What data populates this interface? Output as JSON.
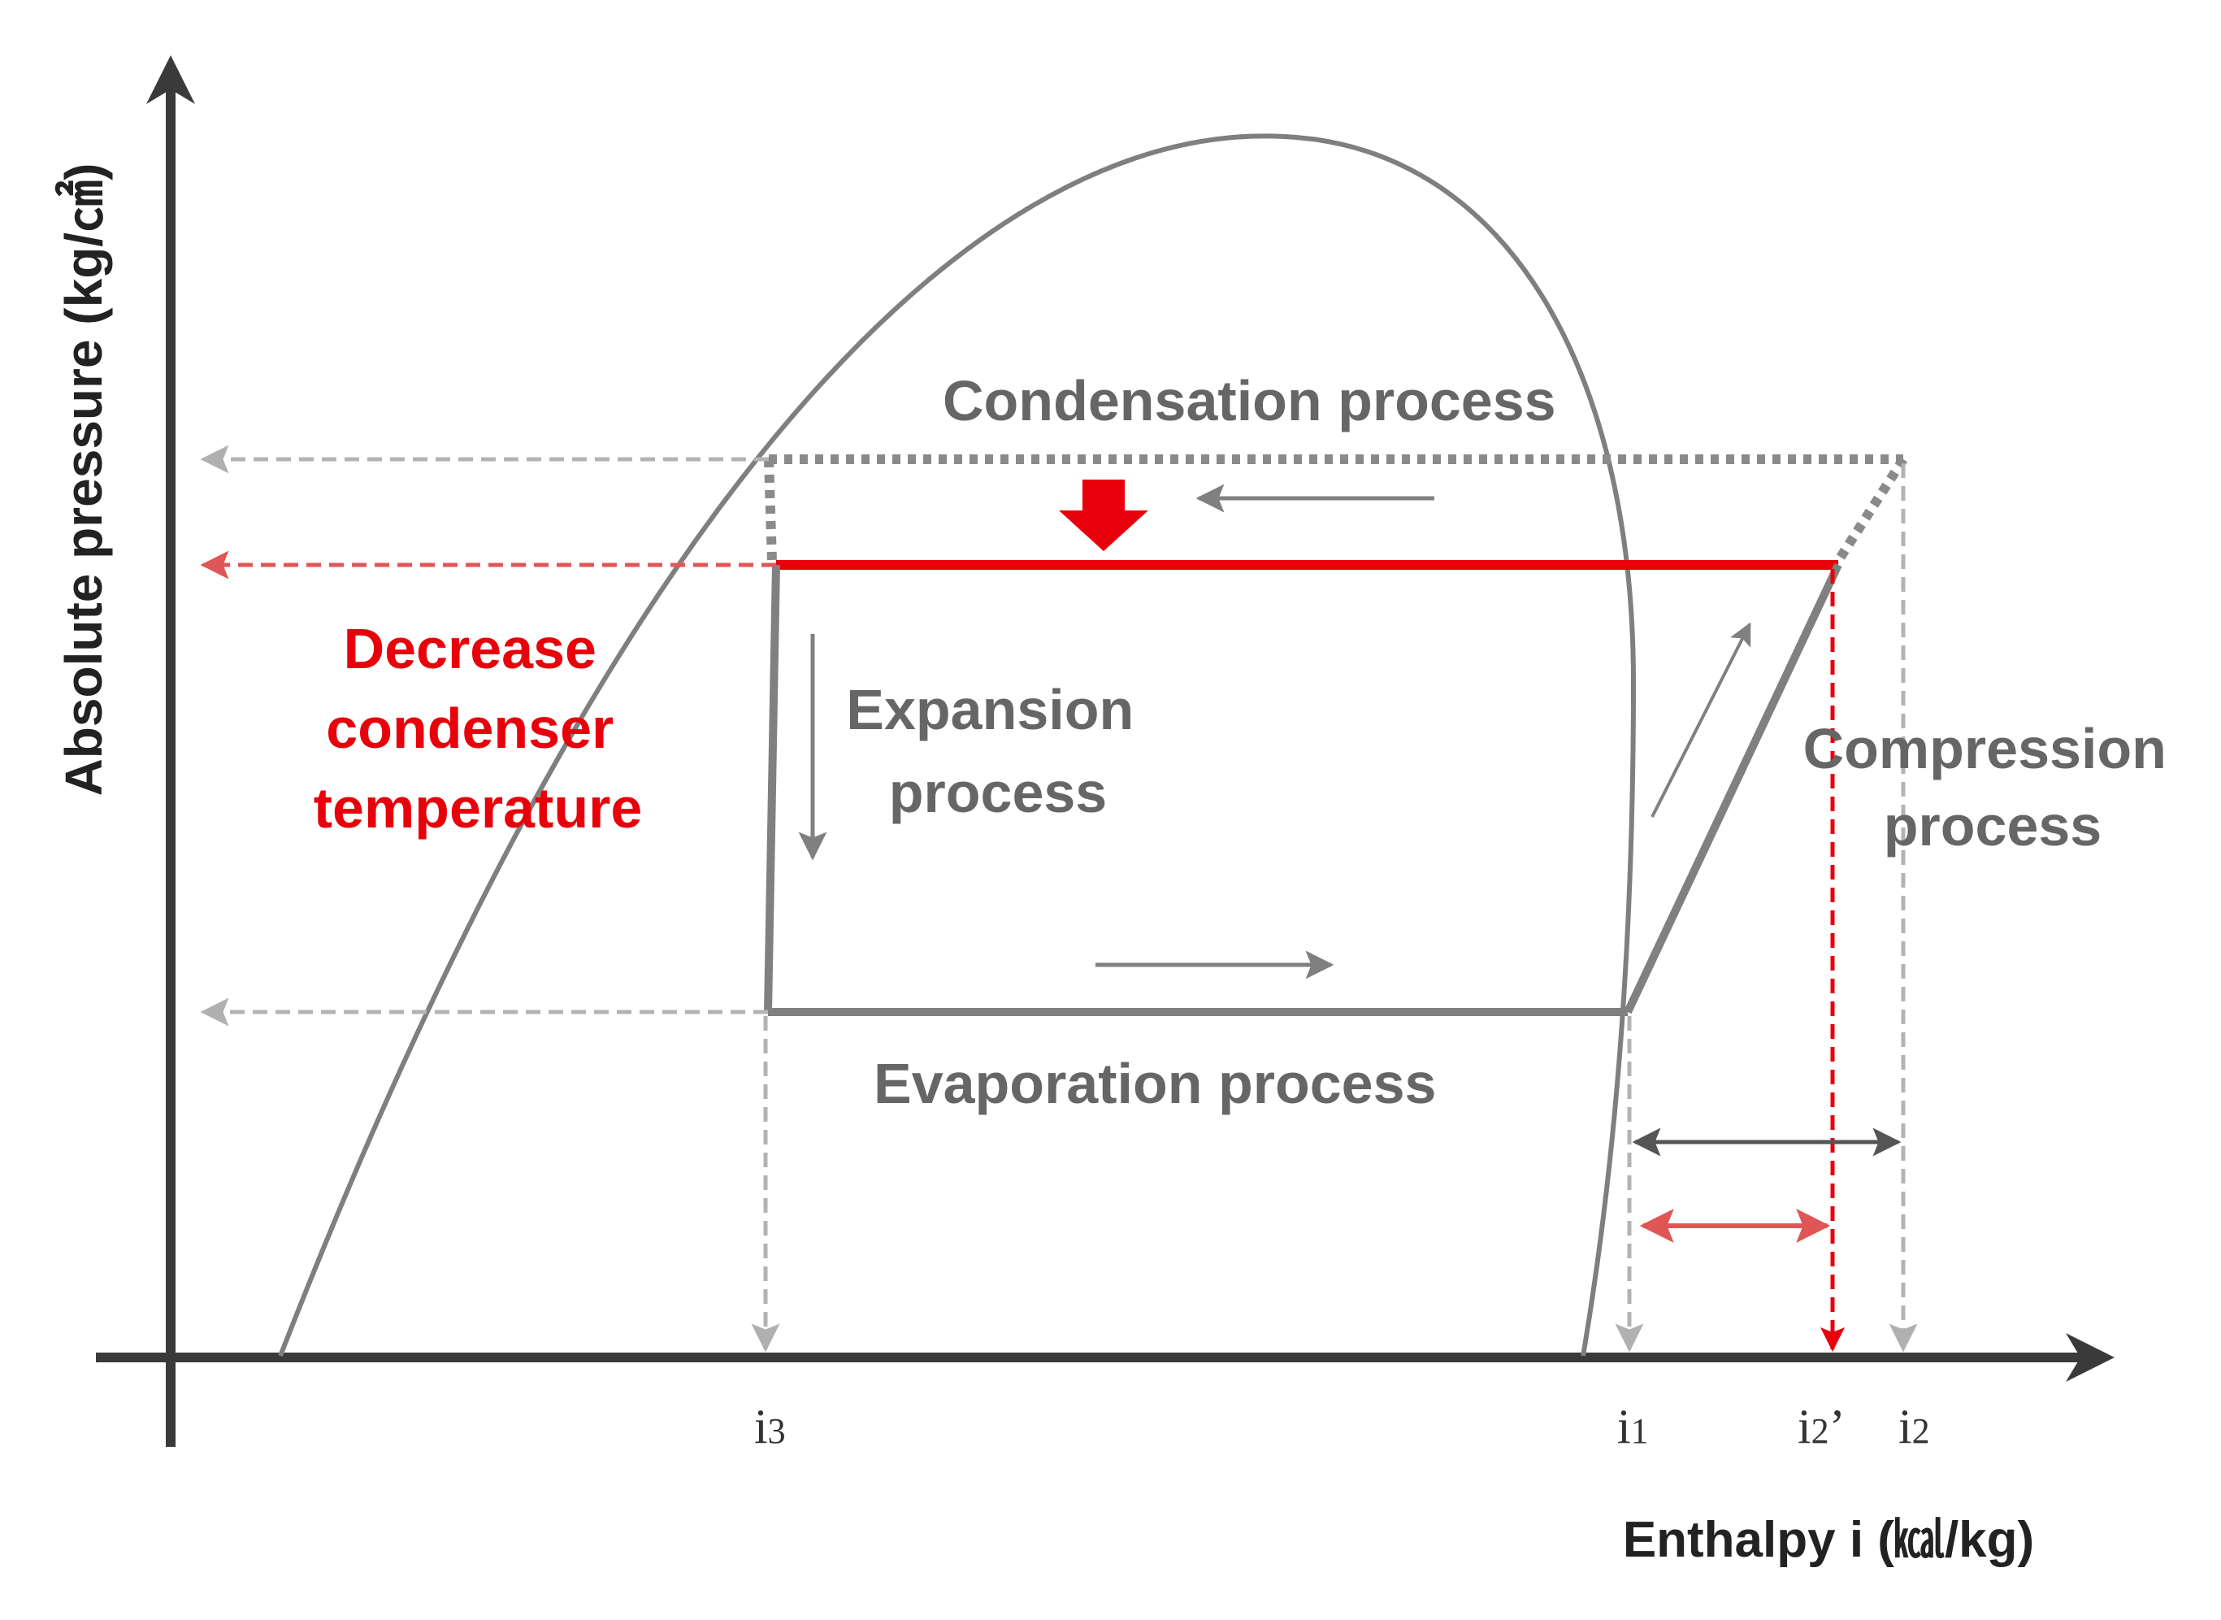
{
  "axes": {
    "y_label": "Absolute pressure (kg/㎠)",
    "x_label": "Enthalpy i (㎉/kg)"
  },
  "ticks": [
    {
      "main": "i",
      "sub": "3",
      "prime": ""
    },
    {
      "main": "i",
      "sub": "1",
      "prime": ""
    },
    {
      "main": "i",
      "sub": "2",
      "prime": "’"
    },
    {
      "main": "i",
      "sub": "2",
      "prime": ""
    }
  ],
  "process_labels": {
    "condensation": "Condensation process",
    "expansion": [
      "Expansion",
      "process"
    ],
    "compression": [
      "Compression",
      "process"
    ],
    "evaporation": "Evaporation process"
  },
  "annotation": [
    "Decrease",
    "condenser",
    "temperature"
  ],
  "colors": {
    "axis": "#3a3a3a",
    "curve": "#7f7f7f",
    "cycle": "#808080",
    "highlight": "#e8000b",
    "highlight_light": "#e05555",
    "guide": "#b3b3b3",
    "label_gray": "#666666"
  }
}
